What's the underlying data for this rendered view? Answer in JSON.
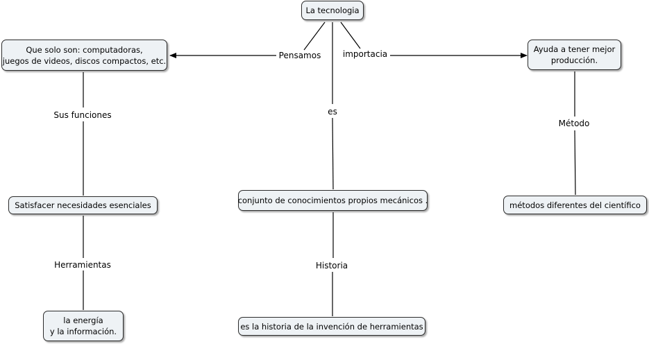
{
  "nodes": {
    "tecnologia": "La tecnologia",
    "que_solo_son": [
      "Que solo son: computadoras,",
      "juegos de videos, discos compactos, etc."
    ],
    "ayuda": [
      "Ayuda a tener mejor",
      "producción."
    ],
    "satisfacer": "Satisfacer necesidades esenciales",
    "conjunto": "conjunto de conocimientos propios mecánicos .",
    "metodos": "métodos diferentes del científico",
    "energia": [
      "la energía",
      "y la información."
    ],
    "historia": "es la historia de la invención de herramientas"
  },
  "links": {
    "pensamos": "Pensamos",
    "importacia": "importacia",
    "es": "es",
    "sus_funciones": "Sus funciones",
    "metodo": "Método",
    "herramientas": "Herramientas",
    "historia": "Historia"
  }
}
